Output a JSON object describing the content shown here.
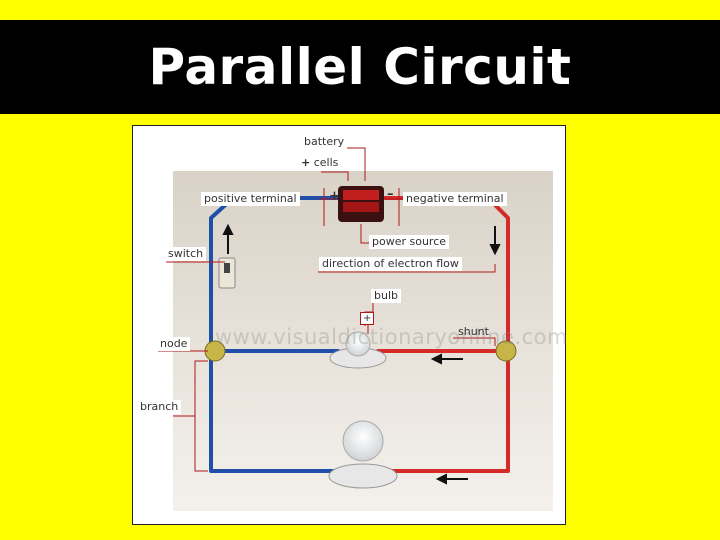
{
  "slide": {
    "title": "Parallel Circuit",
    "background_color": "#ffff00",
    "title_bar_color": "#000000"
  },
  "diagram": {
    "labels": {
      "battery": "battery",
      "cells": "cells",
      "positive_terminal": "positive terminal",
      "negative_terminal": "negative terminal",
      "power_source": "power source",
      "switch": "switch",
      "direction_of_electron_flow": "direction of electron flow",
      "bulb": "bulb",
      "shunt": "shunt",
      "node": "node",
      "branch": "branch",
      "plus_sign": "+",
      "minus_sign": "–"
    },
    "watermark": "www.visualdictionaryonline.com",
    "colors": {
      "positive_wire": "#1f4fa8",
      "negative_wire": "#d42a2a",
      "leader_line": "#b01818"
    }
  }
}
